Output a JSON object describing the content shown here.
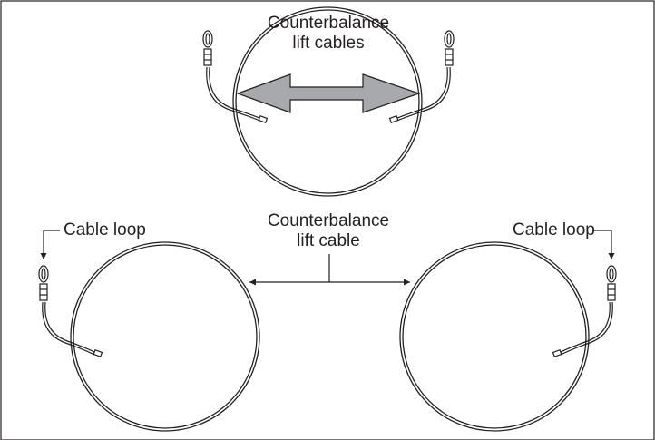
{
  "labels": {
    "top_label_line1": "Counterbalance",
    "top_label_line2": "lift cables",
    "middle_label_line1": "Counterbalance",
    "middle_label_line2": "lift cable",
    "left_loop_label": "Cable loop",
    "right_loop_label": "Cable loop"
  },
  "colors": {
    "line": "#231f20",
    "arrow_fill": "#a7a9ac",
    "background": "#ffffff"
  }
}
